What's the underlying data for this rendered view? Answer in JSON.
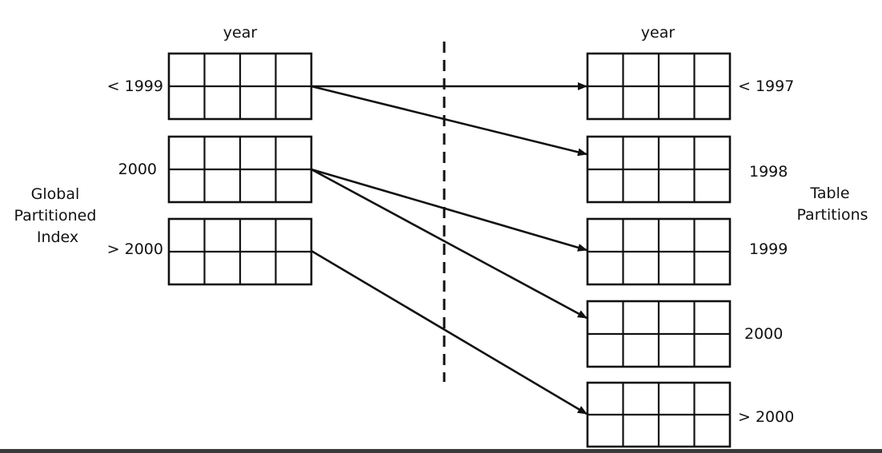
{
  "index": {
    "header": "year",
    "label_lines": [
      "Global",
      "Partitioned",
      "Index"
    ],
    "partitions": [
      "< 1999",
      "2000",
      "> 2000"
    ]
  },
  "table": {
    "header": "year",
    "label_lines": [
      "Table",
      "Partitions"
    ],
    "partitions": [
      "< 1997",
      "1998",
      "1999",
      "2000",
      "> 2000"
    ]
  },
  "colors": {
    "line": "#111111",
    "background": "#ffffff",
    "bottom_bar": "#3a3a3a"
  }
}
